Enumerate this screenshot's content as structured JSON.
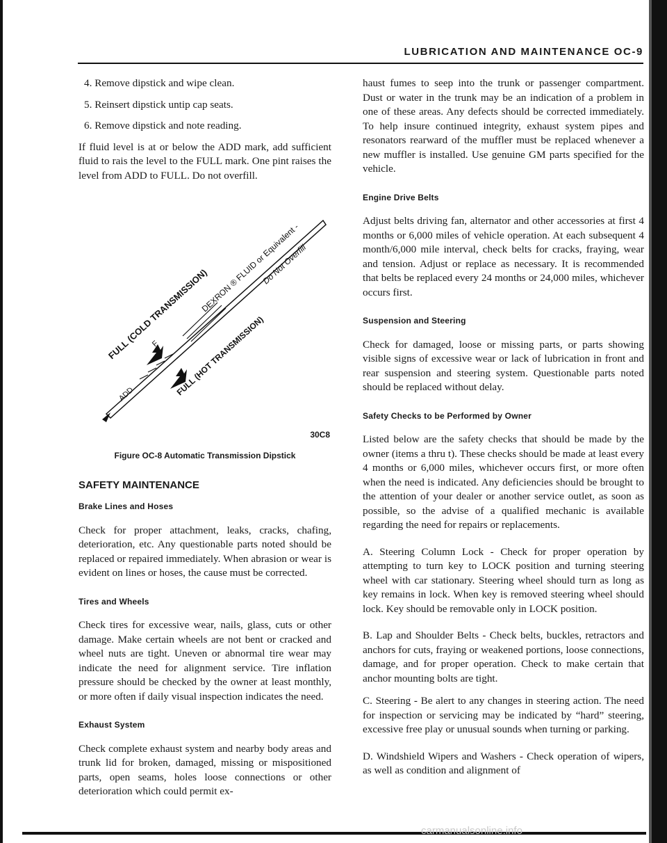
{
  "header": {
    "title": "LUBRICATION AND MAINTENANCE OC-9"
  },
  "left": {
    "steps": [
      "4. Remove dipstick and wipe clean.",
      "5. Reinsert dipstick untip cap seats.",
      "6. Remove dipstick and note reading."
    ],
    "fluid_paragraph": "If fluid level is at or below the ADD mark, add sufficient fluid to rais the level to the FULL mark. One pint raises the level from ADD to FULL. Do not overfill.",
    "figure": {
      "labels": {
        "full_cold": "FULL (COLD TRANSMISSION)",
        "dexron": "DEXRON ® FLUID or Equivalent -",
        "do_not_overfill": "Do Not Overfill",
        "full_hot": "FULL (HOT TRANSMISSION)",
        "add": "ADD",
        "f": "F",
        "code": "30C8"
      },
      "caption": "Figure OC-8 Automatic Transmission Dipstick"
    },
    "safety_heading": "SAFETY MAINTENANCE",
    "brake_heading": "Brake Lines and Hoses",
    "brake_text": "Check for proper attachment, leaks, cracks, chafing, deterioration, etc. Any questionable parts noted should be replaced or repaired immediately. When abrasion or wear is evident on lines or hoses, the cause must be corrected.",
    "tires_heading": "Tires and Wheels",
    "tires_text": "Check tires for excessive wear, nails, glass, cuts or other damage. Make certain wheels are not bent or cracked and wheel nuts are tight. Uneven or abnormal tire wear may indicate the need for alignment service. Tire inflation pressure should be checked by the owner at least monthly, or more often if daily visual inspection indicates the need.",
    "exhaust_heading": "Exhaust System",
    "exhaust_text": "Check complete exhaust system and nearby body areas and trunk lid for broken, damaged, missing or mispositioned parts, open seams, holes loose connections or other deterioration which could permit ex-"
  },
  "right": {
    "exhaust_cont": "haust fumes to seep into the trunk or passenger compartment. Dust or water in the trunk may be an indication of a problem in one of these areas. Any defects should be corrected immediately. To help insure continued integrity, exhaust system pipes and resonators rearward of the muffler must be replaced whenever a new muffler is installed. Use genuine GM parts specified for the vehicle.",
    "belts_heading": "Engine Drive Belts",
    "belts_text": "Adjust belts driving fan, alternator and other accessories at first 4 months or 6,000 miles of vehicle operation. At each subsequent 4 month/6,000 mile interval, check belts for cracks, fraying, wear and tension. Adjust or replace as necessary. It is recommended that belts be replaced every 24 months or 24,000 miles, whichever occurs first.",
    "suspension_heading": "Suspension and Steering",
    "suspension_text": "Check for damaged, loose or missing parts, or parts showing visible signs of excessive wear or lack of lubrication in front and rear suspension and steering system. Questionable parts noted should be replaced without delay.",
    "owner_heading": "Safety Checks to be Performed by Owner",
    "owner_text": "Listed below are the safety checks that should be made by the owner (items a thru t). These checks should be made at least every 4 months or 6,000 miles, whichever occurs first, or more often when the need is indicated. Any deficiencies should be brought to the attention of your dealer or another service outlet, as soon as possible, so the advise of a qualified mechanic is available regarding the need for repairs or replacements.",
    "item_a": "A. Steering Column Lock - Check for proper operation by attempting to turn key to LOCK position and turning steering wheel with car stationary. Steering wheel should turn as long as key remains in lock. When key is removed steering wheel should lock. Key should be removable only in LOCK position.",
    "item_b": "B. Lap and Shoulder Belts - Check belts, buckles, retractors and anchors for cuts, fraying or weakened portions, loose connections, damage, and for proper operation. Check to make certain that anchor mounting bolts are tight.",
    "item_c": "C. Steering - Be alert to any changes in steering action. The need for inspection or servicing may be indicated by “hard” steering, excessive free play or unusual sounds when turning or parking.",
    "item_d": "D. Windshield Wipers and Washers - Check operation of wipers, as well as condition and alignment of"
  },
  "watermark": "carmanualsonline.info"
}
